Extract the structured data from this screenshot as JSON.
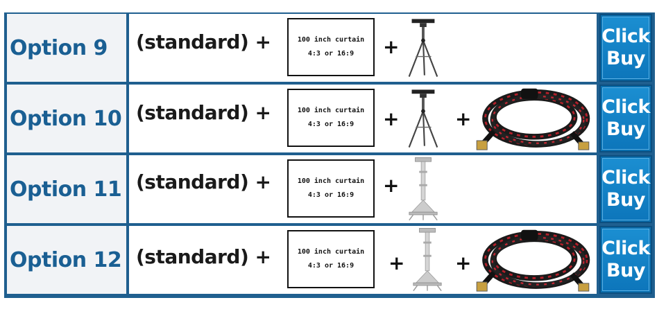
{
  "curtain": {
    "line1": "100 inch curtain",
    "line2": "4:3 or 16:9"
  },
  "plus_sign": "+",
  "standard_label": "(standard) +",
  "button": {
    "line1": "Click",
    "line2": "Buy"
  },
  "colors": {
    "label_text": "#1a5f93",
    "border": "#1f5f8f",
    "button": "#1b8ed1"
  },
  "options": [
    {
      "label": "Option 9",
      "items": [
        "curtain",
        "tripod-icon"
      ]
    },
    {
      "label": "Option 10",
      "items": [
        "curtain",
        "tripod-icon",
        "hdmi-cable-icon"
      ]
    },
    {
      "label": "Option 11",
      "items": [
        "curtain",
        "ceiling-mount-icon"
      ]
    },
    {
      "label": "Option 12",
      "items": [
        "curtain",
        "ceiling-mount-icon",
        "hdmi-cable-icon"
      ]
    }
  ]
}
